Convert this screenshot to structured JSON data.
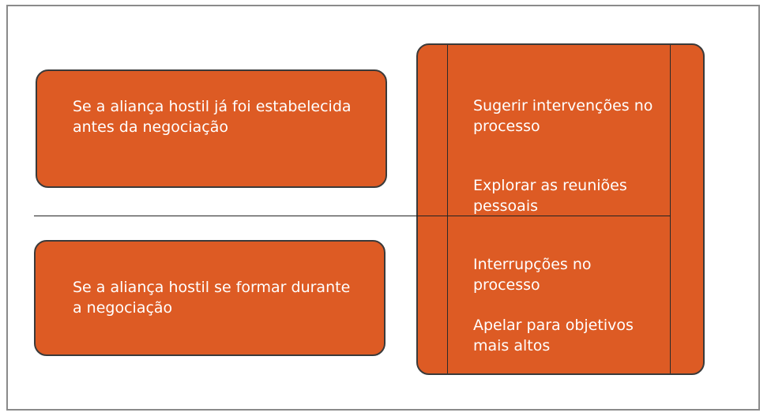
{
  "diagram": {
    "left_boxes": [
      {
        "label": "Se a aliança hostil já foi estabelecida antes da negociação"
      },
      {
        "label": "Se a aliança hostil se formar durante a negociação"
      }
    ],
    "right_panel": {
      "upper": [
        "Sugerir intervenções no processo",
        "Explorar as reuniões pessoais"
      ],
      "lower": [
        "Interrupções no processo",
        "Apelar para objetivos mais altos"
      ]
    },
    "colors": {
      "box_fill": "#dd5b24",
      "border": "#3a3a3a",
      "text": "#ffffff",
      "frame": "#8a8a8a"
    }
  }
}
